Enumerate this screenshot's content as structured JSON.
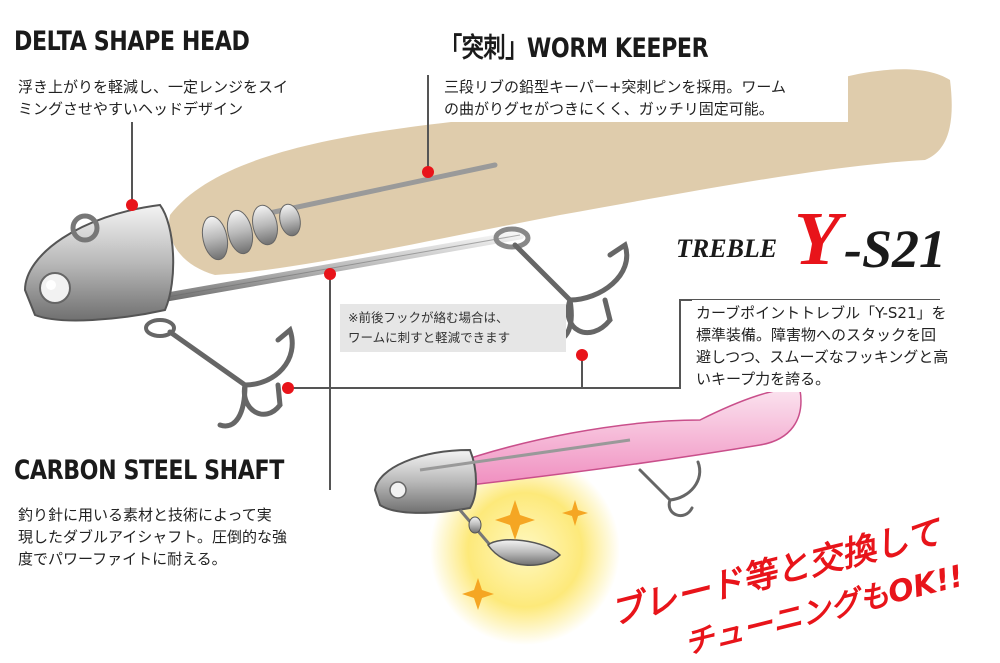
{
  "sections": {
    "delta": {
      "title": "DELTA SHAPE HEAD",
      "desc_1": "浮き上がりを軽減し、一定レンジをスイ",
      "desc_2": "ミングさせやすいヘッドデザイン"
    },
    "keeper": {
      "title": "「突刺」WORM KEEPER",
      "desc_1": "三段リブの鉛型キーパー+突刺ピンを採用。ワーム",
      "desc_2": "の曲がりグセがつきにくく、ガッチリ固定可能。"
    },
    "shaft": {
      "title": "CARBON STEEL SHAFT",
      "desc_1": "釣り針に用いる素材と技術によって実",
      "desc_2": "現したダブルアイシャフト。圧倒的な強",
      "desc_3": "度でパワーファイトに耐える。"
    },
    "hook": {
      "desc_1": "カーブポイントトレブル「Y-S21」を",
      "desc_2": "標準装備。障害物へのスタックを回",
      "desc_3": "避しつつ、スムーズなフッキングと高",
      "desc_4": "いキープ力を誇る。"
    }
  },
  "note": {
    "line_1": "※前後フックが絡む場合は、",
    "line_2": "ワームに刺すと軽減できます"
  },
  "logo": {
    "treble": "TREBLE",
    "y": "Y",
    "rest": "-S21"
  },
  "tuning": {
    "line_1": "ブレード等と交換して",
    "line_2": "チューニングもOK!!"
  },
  "colors": {
    "accent_red": "#e8141a",
    "worm_tan": "#d9c39d",
    "worm_pink": "#f4b8d6",
    "metal": "#c8c8c8",
    "glow": "#fff3a0"
  },
  "icons": [
    "jighead-illustration",
    "treble-hook-icon",
    "soft-worm-illustration",
    "blade-spinner-icon",
    "sparkle-icon"
  ]
}
